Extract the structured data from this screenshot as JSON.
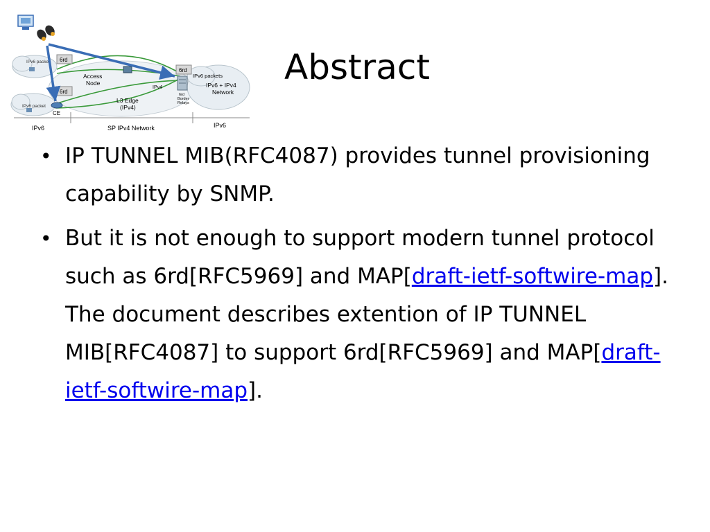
{
  "slide": {
    "title": "Abstract",
    "bullets": [
      {
        "text_before": "IP TUNNEL MIB(RFC4087) provides tunnel provisioning capability by SNMP."
      },
      {
        "text_before": "But it is not enough to support modern tunnel protocol such as 6rd[RFC5969] and MAP[",
        "link1": "draft-ietf-softwire-map",
        "text_middle": "]. The document describes extention of IP TUNNEL MIB[RFC4087] to support 6rd[RFC5969] and MAP[",
        "link2": "draft-ietf-softwire-map",
        "text_after": "]."
      }
    ]
  },
  "diagram": {
    "labels": {
      "ipv6_packet_top": "IPv6 packe",
      "ipv6_packet_bottom": "IPv6 packet",
      "sixrd_left_top": "6rd",
      "sixrd_left_bottom": "6rd",
      "ce": "CE",
      "access_node": "Access Node",
      "access_node_line1": "Access",
      "access_node_line2": "Node",
      "l3_edge_line1": "L3 Edge",
      "l3_edge_line2": "(IPv4)",
      "ipv4": "IPv4",
      "sixrd_right": "6rd",
      "br_line1": "6rd",
      "br_line2": "Border",
      "br_line3": "Relays",
      "ipv6_packets": "IPv6 packets",
      "network_line1": "IPv6 + IPv4",
      "network_line2": "Network",
      "zone_left": "IPv6",
      "zone_middle": "SP IPv4 Network",
      "zone_right": "IPv6"
    },
    "colors": {
      "arrow_blue": "#3a6db5",
      "tunnel_green": "#3a9a3a",
      "cloud": "#e8eef3",
      "border": "#8a8a8a"
    },
    "icons": [
      "monitor-icon",
      "binoculars-icon",
      "router-icon",
      "server-icon"
    ]
  }
}
